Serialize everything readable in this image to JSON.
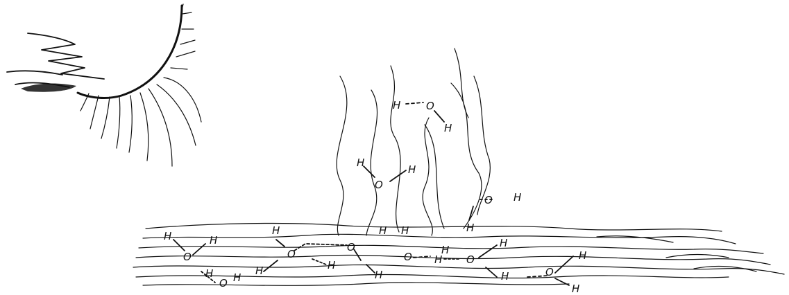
{
  "labels": {
    "h2o_top_h1": "H",
    "h2o_top_o": "O",
    "h2o_top_h2": "H",
    "h2o_mid_h1": "H",
    "h2o_mid_o": "O",
    "h2o_mid_h2": "H",
    "h2o_right_o": "O",
    "h2o_right_h": "H",
    "surf_h_a": "H",
    "surf_h_b": "H",
    "surf_h_c": "H",
    "surf_h_d": "H",
    "liq_h_1": "H",
    "liq_o_1": "O",
    "liq_h_2": "H",
    "liq_o_2": "O",
    "liq_o_3": "O",
    "liq_h_3": "H",
    "liq_h_4": "H",
    "liq_o_4": "O",
    "liq_h_5": "H",
    "liq_h_6": "H",
    "liq_h_7": "H",
    "liq_o_5": "O",
    "liq_h_8": "H",
    "liq_o_6": "O",
    "liq_h_9": "H",
    "liq_h_10": "H",
    "liq_o_7": "O",
    "liq_h_11": "H",
    "liq_h_12": "H",
    "liq_h_13": "H"
  }
}
